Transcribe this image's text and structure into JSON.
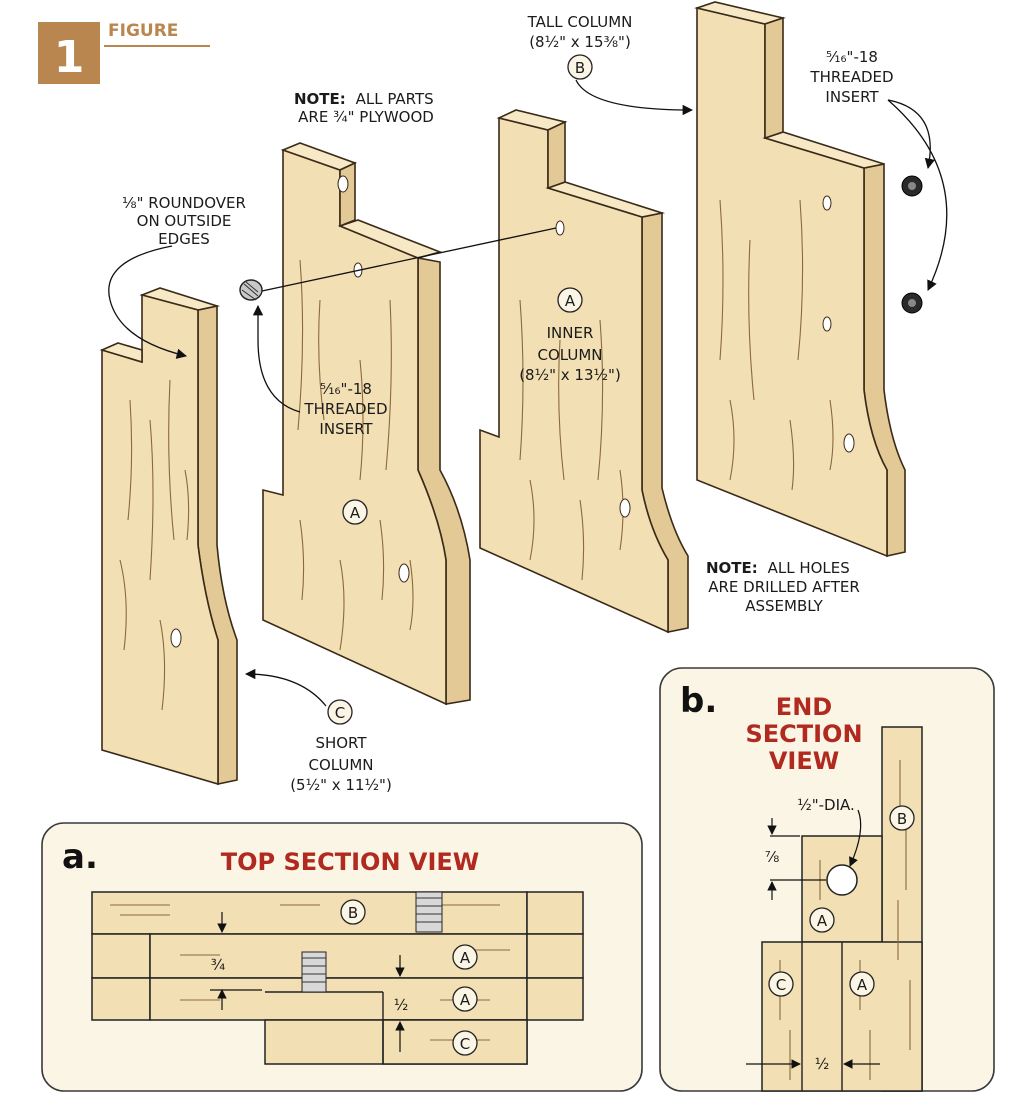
{
  "figure": {
    "number": "1",
    "label": "FIGURE"
  },
  "notes": {
    "plywood_bold": "NOTE:",
    "plywood_line1": "ALL PARTS",
    "plywood_line2": "ARE ¾\" PLYWOOD",
    "holes_bold": "NOTE:",
    "holes_line1": "ALL HOLES",
    "holes_line2": "ARE DRILLED AFTER",
    "holes_line3": "ASSEMBLY"
  },
  "parts": {
    "tall_column": {
      "letter": "B",
      "name": "TALL COLUMN",
      "size": "(8½\" x 15⅜\")"
    },
    "inner_column": {
      "letter": "A",
      "name_line1": "INNER",
      "name_line2": "COLUMN",
      "size": "(8½\" x 13½\")"
    },
    "short_column": {
      "letter": "C",
      "name_line1": "SHORT",
      "name_line2": "COLUMN",
      "size": "(5½\" x 11½\")"
    },
    "middle_letter": "A"
  },
  "callouts": {
    "roundover_line1": "⅛\" ROUNDOVER",
    "roundover_line2": "ON OUTSIDE",
    "roundover_line3": "EDGES",
    "insert_left_line1": "⁵⁄₁₆\"-18",
    "insert_left_line2": "THREADED",
    "insert_left_line3": "INSERT",
    "insert_right_line1": "⁵⁄₁₆\"-18",
    "insert_right_line2": "THREADED",
    "insert_right_line3": "INSERT"
  },
  "detail_a": {
    "letter": "a.",
    "title": "TOP SECTION VIEW",
    "dim_three_quarter": "¾",
    "dim_half": "½",
    "labels": [
      "B",
      "A",
      "A",
      "C"
    ]
  },
  "detail_b": {
    "letter": "b.",
    "title_line1": "END",
    "title_line2": "SECTION",
    "title_line3": "VIEW",
    "dim_dia": "½\"-DIA.",
    "dim_seven_eighths": "⅞",
    "dim_half": "½",
    "labels": [
      "B",
      "A",
      "C",
      "A"
    ]
  },
  "colors": {
    "wood": "#f2dfb4",
    "title_red": "#b02a1f",
    "figure_badge": "#b8864e"
  }
}
